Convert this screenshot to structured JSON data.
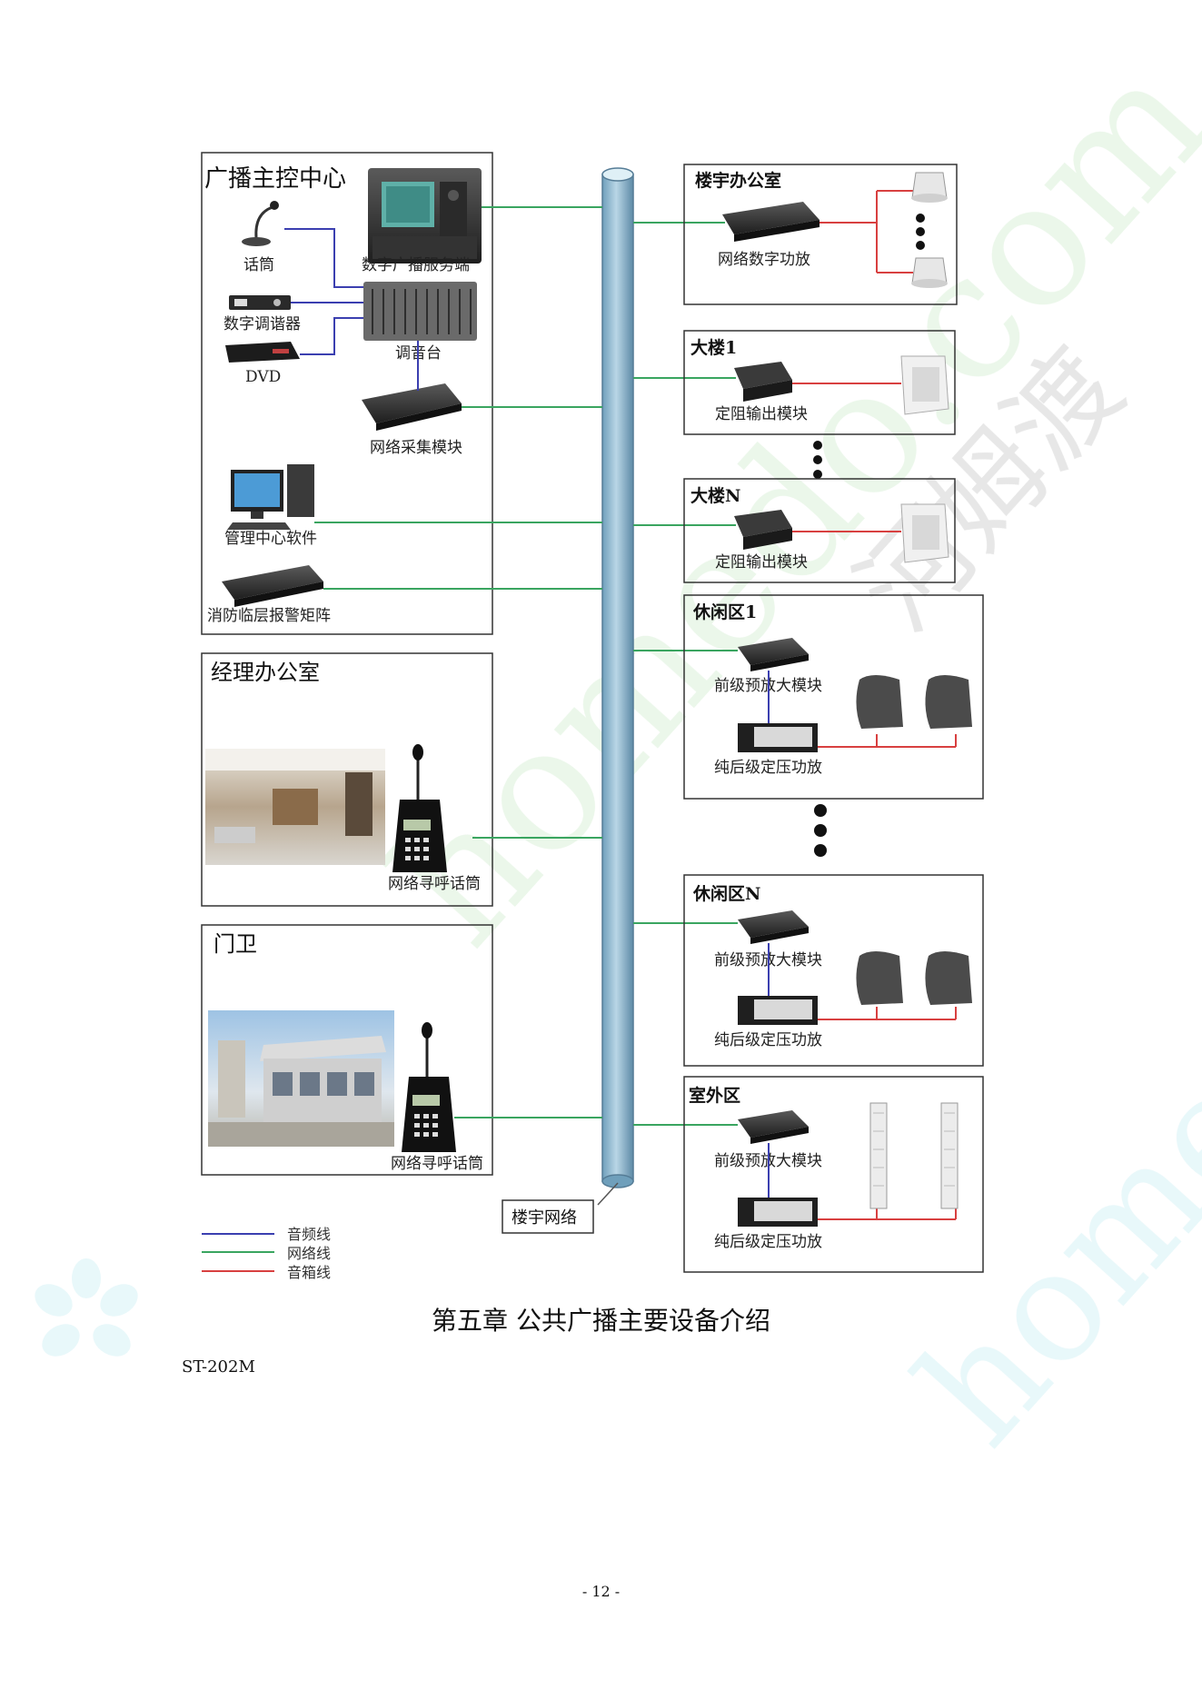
{
  "control_center": {
    "title": "广播主控中心",
    "microphone": "话筒",
    "server": "数字广播服务端",
    "tuner": "数字调谐器",
    "dvd": "DVD",
    "mixer": "调音台",
    "capture": "网络采集模块",
    "software": "管理中心软件",
    "fire_matrix": "消防临层报警矩阵"
  },
  "manager_office": {
    "title": "经理办公室",
    "pager": "网络寻呼话筒"
  },
  "gate": {
    "title": "门卫",
    "pager": "网络寻呼话筒"
  },
  "building_net": "楼宇网络",
  "legend": {
    "audio": "音频线",
    "network": "网络线",
    "speaker": "音箱线"
  },
  "colors": {
    "audio": "#3b3fb0",
    "network": "#3aa560",
    "speaker": "#d84040",
    "pipe": "#8fb8cf"
  },
  "right_boxes": {
    "office": {
      "title": "楼宇办公室",
      "device": "网络数字功放"
    },
    "building1": {
      "title": "大楼1",
      "device": "定阻输出模块"
    },
    "buildingN": {
      "title": "大楼N",
      "device": "定阻输出模块"
    },
    "leisure1": {
      "title": "休闲区1",
      "pre": "前级预放大模块",
      "amp": "纯后级定压功放"
    },
    "leisureN": {
      "title": "休闲区N",
      "pre": "前级预放大模块",
      "amp": "纯后级定压功放"
    },
    "outdoor": {
      "title": "室外区",
      "pre": "前级预放大模块",
      "amp": "纯后级定压功放"
    }
  },
  "caption": "第五章  公共广播主要设备介绍",
  "model": "ST-202M",
  "page_number": "- 12 -"
}
